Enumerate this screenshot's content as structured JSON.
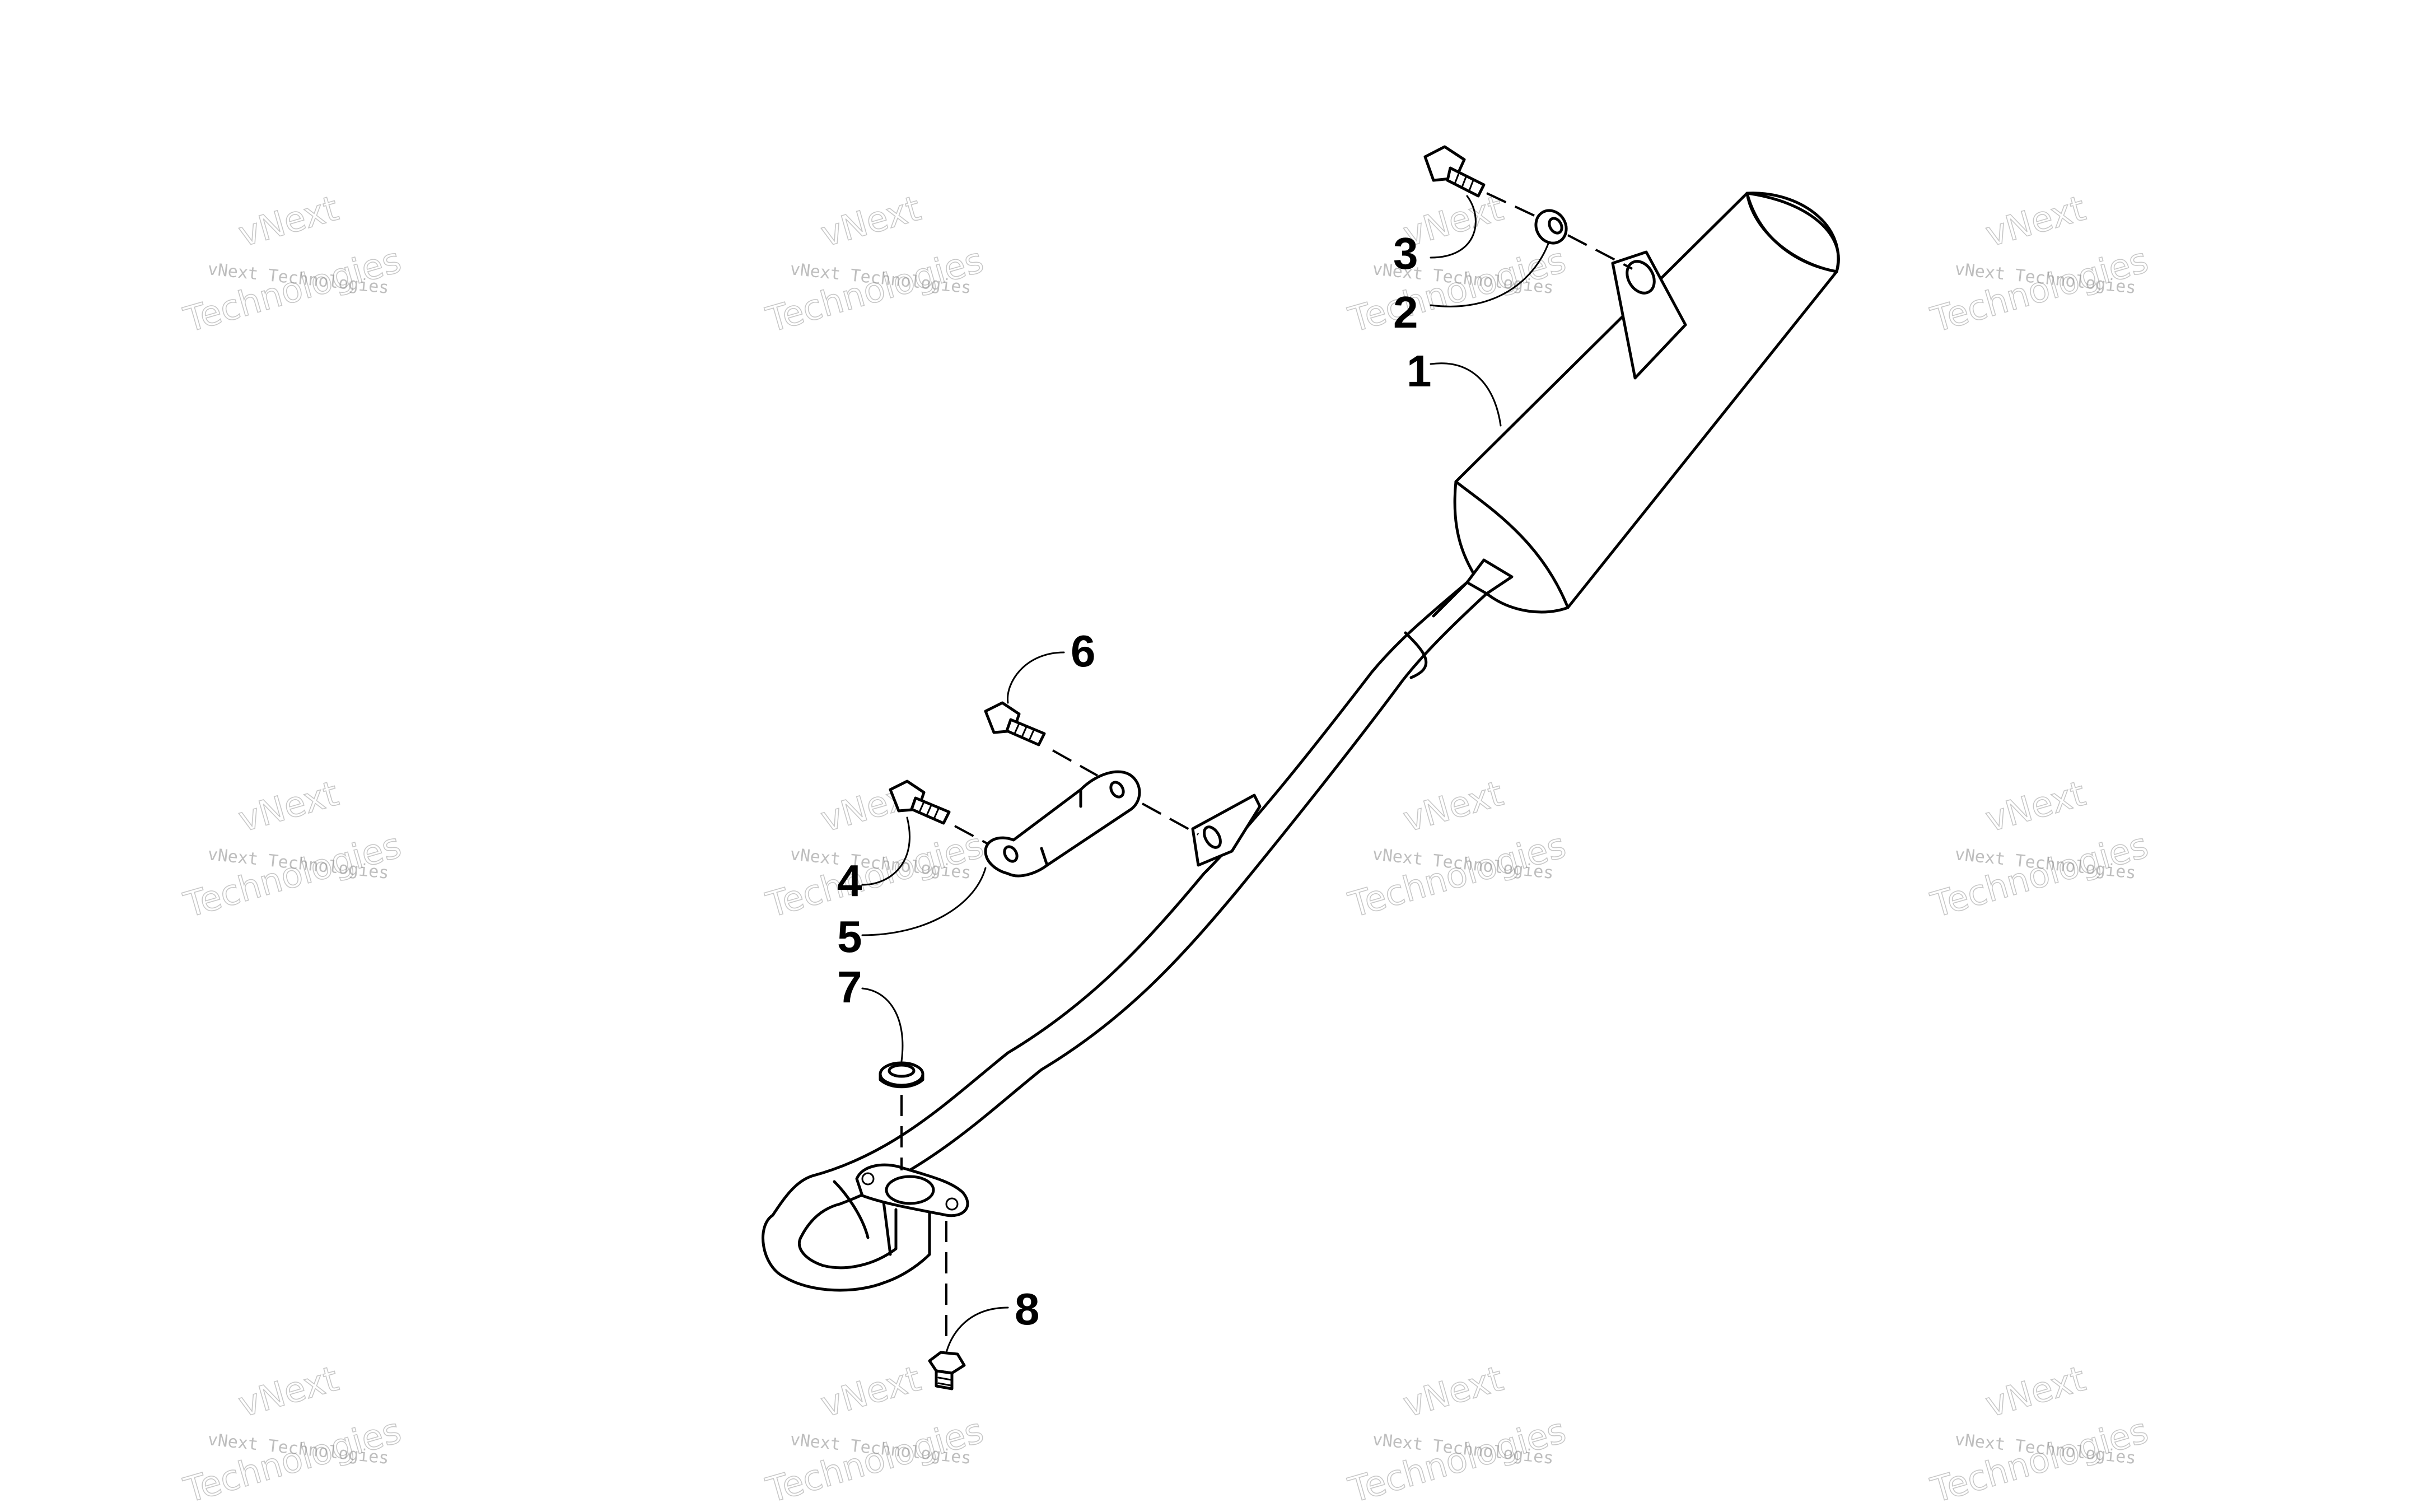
{
  "diagram": {
    "callouts": [
      {
        "id": "1",
        "label": "1"
      },
      {
        "id": "2",
        "label": "2"
      },
      {
        "id": "3",
        "label": "3"
      },
      {
        "id": "4",
        "label": "4"
      },
      {
        "id": "5",
        "label": "5"
      },
      {
        "id": "6",
        "label": "6"
      },
      {
        "id": "7",
        "label": "7"
      },
      {
        "id": "8",
        "label": "8"
      }
    ],
    "watermark": {
      "line1": "vNext Technologies",
      "line2": "vNext",
      "line3": "Technologies"
    }
  }
}
